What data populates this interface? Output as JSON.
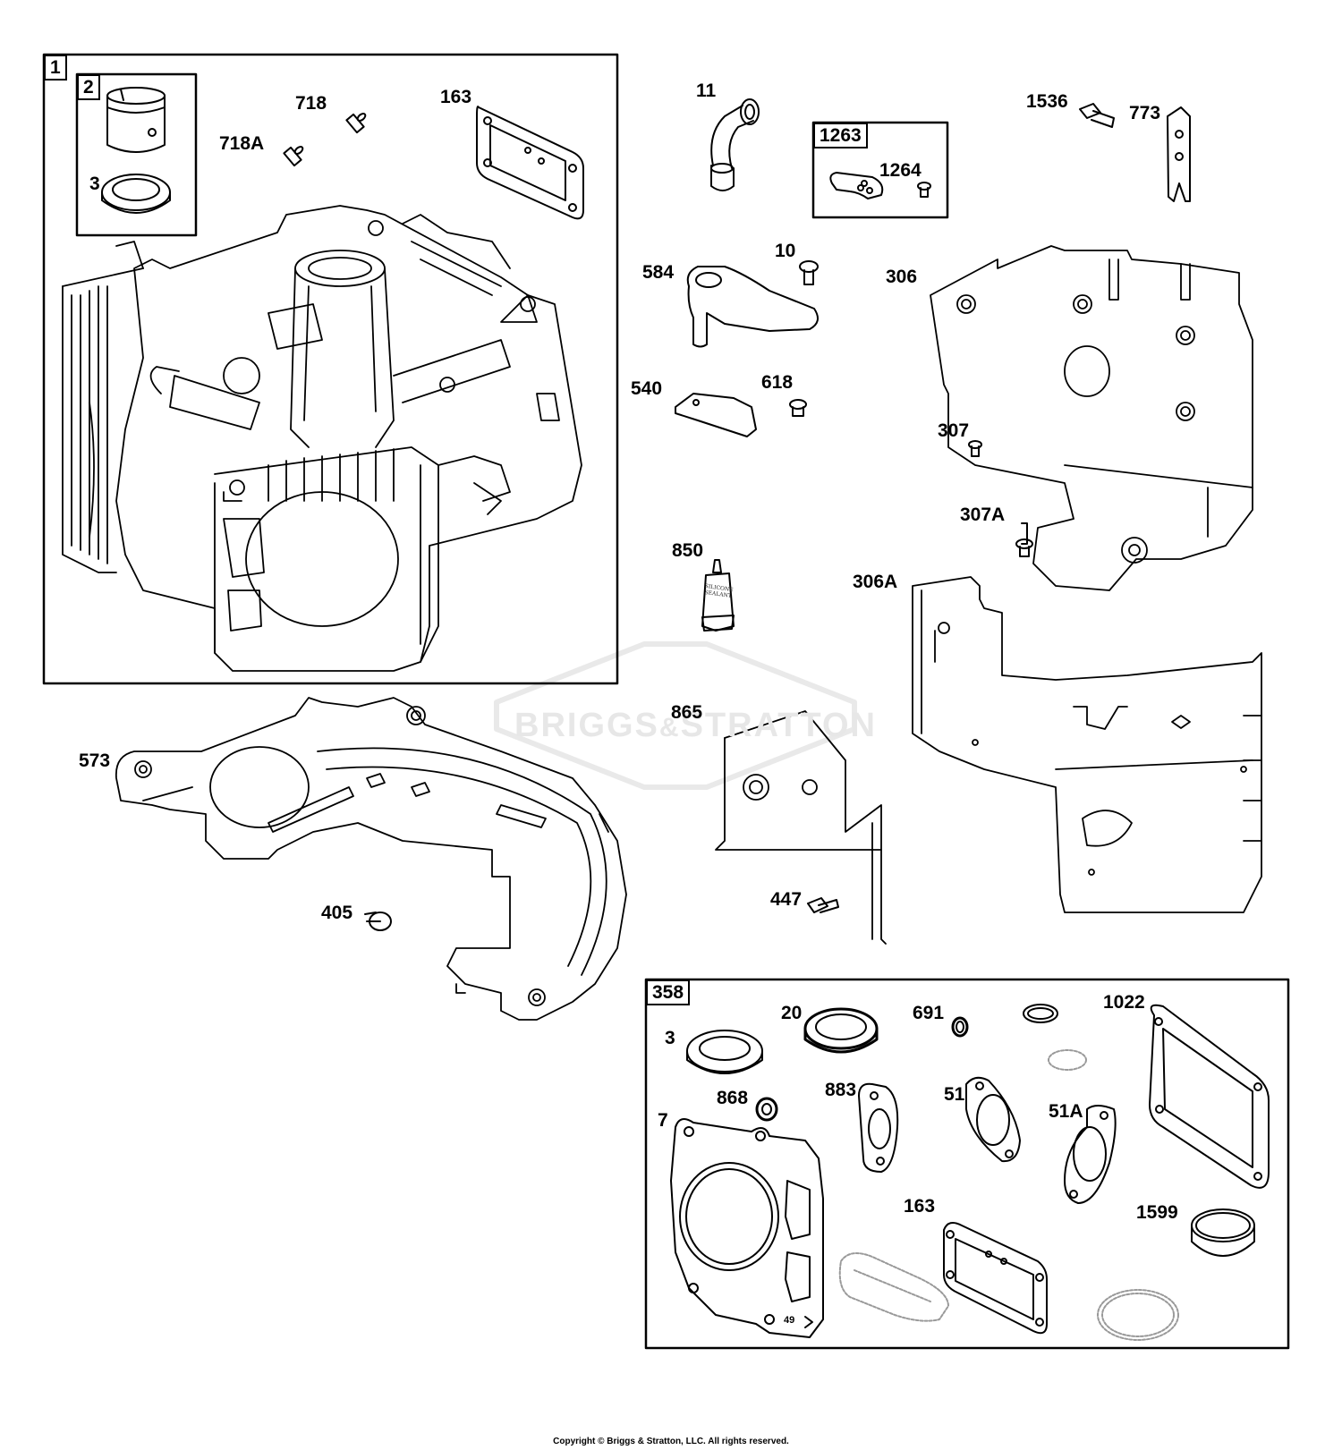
{
  "watermark": {
    "brand_left": "BRIGGS",
    "brand_amp": "&",
    "brand_right": "STRATTON",
    "color": "#e7e7e7"
  },
  "sealant_tube_text": {
    "line1": "SILICONE",
    "line2": "SEALANT"
  },
  "gasket_stamp": "49",
  "copyright": "Copyright © Briggs & Stratton, LLC. All rights reserved.",
  "box_labels": {
    "b1": "1",
    "b2": "2",
    "b1263": "1263",
    "b358": "358"
  },
  "part_labels": {
    "p718": "718",
    "p718a": "718A",
    "p163a": "163",
    "p3a": "3",
    "p11": "11",
    "p1264": "1264",
    "p1536": "1536",
    "p773": "773",
    "p10": "10",
    "p584": "584",
    "p306": "306",
    "p540": "540",
    "p618": "618",
    "p307": "307",
    "p307a": "307A",
    "p850": "850",
    "p306a": "306A",
    "p573": "573",
    "p865": "865",
    "p447": "447",
    "p405": "405",
    "p20": "20",
    "p691": "691",
    "p1022": "1022",
    "p3b": "3",
    "p868": "868",
    "p883": "883",
    "p51": "51",
    "p51a": "51A",
    "p7": "7",
    "p163b": "163",
    "p1599": "1599"
  }
}
